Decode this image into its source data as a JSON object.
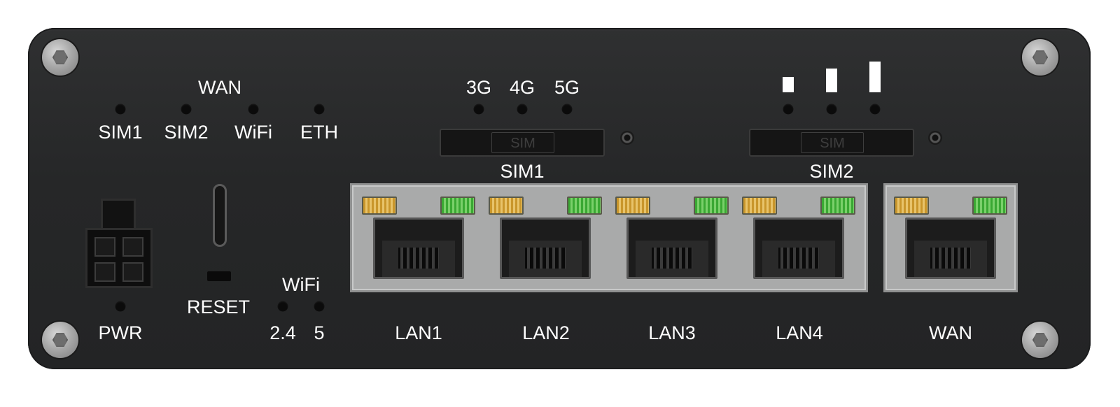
{
  "panel": {
    "wan_heading": "WAN",
    "top_led_labels": [
      "SIM1",
      "SIM2",
      "WiFi",
      "ETH"
    ],
    "network_led_labels": [
      "3G",
      "4G",
      "5G"
    ],
    "signal_strength_levels": [
      1,
      2,
      3
    ],
    "sim_slots": [
      {
        "label": "SIM1",
        "tray_text": "SIM"
      },
      {
        "label": "SIM2",
        "tray_text": "SIM"
      }
    ],
    "power_label": "PWR",
    "reset_label": "RESET",
    "wifi_heading": "WiFi",
    "wifi_band_labels": [
      "2.4",
      "5"
    ],
    "lan_port_labels": [
      "LAN1",
      "LAN2",
      "LAN3",
      "LAN4"
    ],
    "wan_port_label": "WAN",
    "colors": {
      "chassis": "#2a2b2c",
      "text": "#ffffff",
      "port_led_amber": "#d9a53f",
      "port_led_green": "#4cb843"
    }
  }
}
